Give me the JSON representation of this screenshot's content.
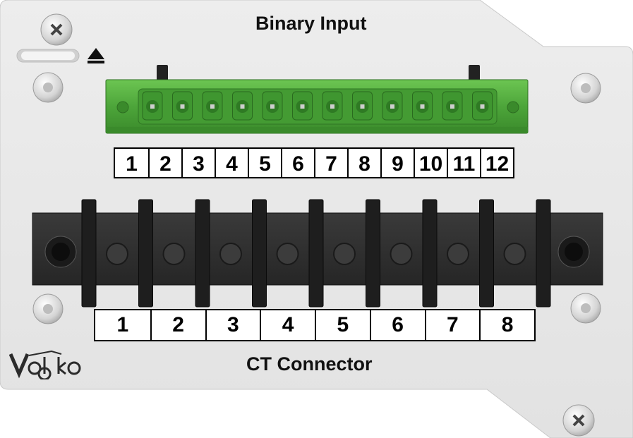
{
  "binary_input": {
    "title": "Binary Input",
    "terminals": [
      "1",
      "2",
      "3",
      "4",
      "5",
      "6",
      "7",
      "8",
      "9",
      "10",
      "11",
      "12"
    ]
  },
  "ct_connector": {
    "title": "CT Connector",
    "terminals": [
      "1",
      "2",
      "3",
      "4",
      "5",
      "6",
      "7",
      "8"
    ]
  },
  "logo_text": "Vebko",
  "colors": {
    "panel": "#e8e8e8",
    "green_connector": "#4fa83c",
    "terminal_block": "#2a2a2a"
  },
  "icons": [
    "eject-icon",
    "screw-icon"
  ]
}
